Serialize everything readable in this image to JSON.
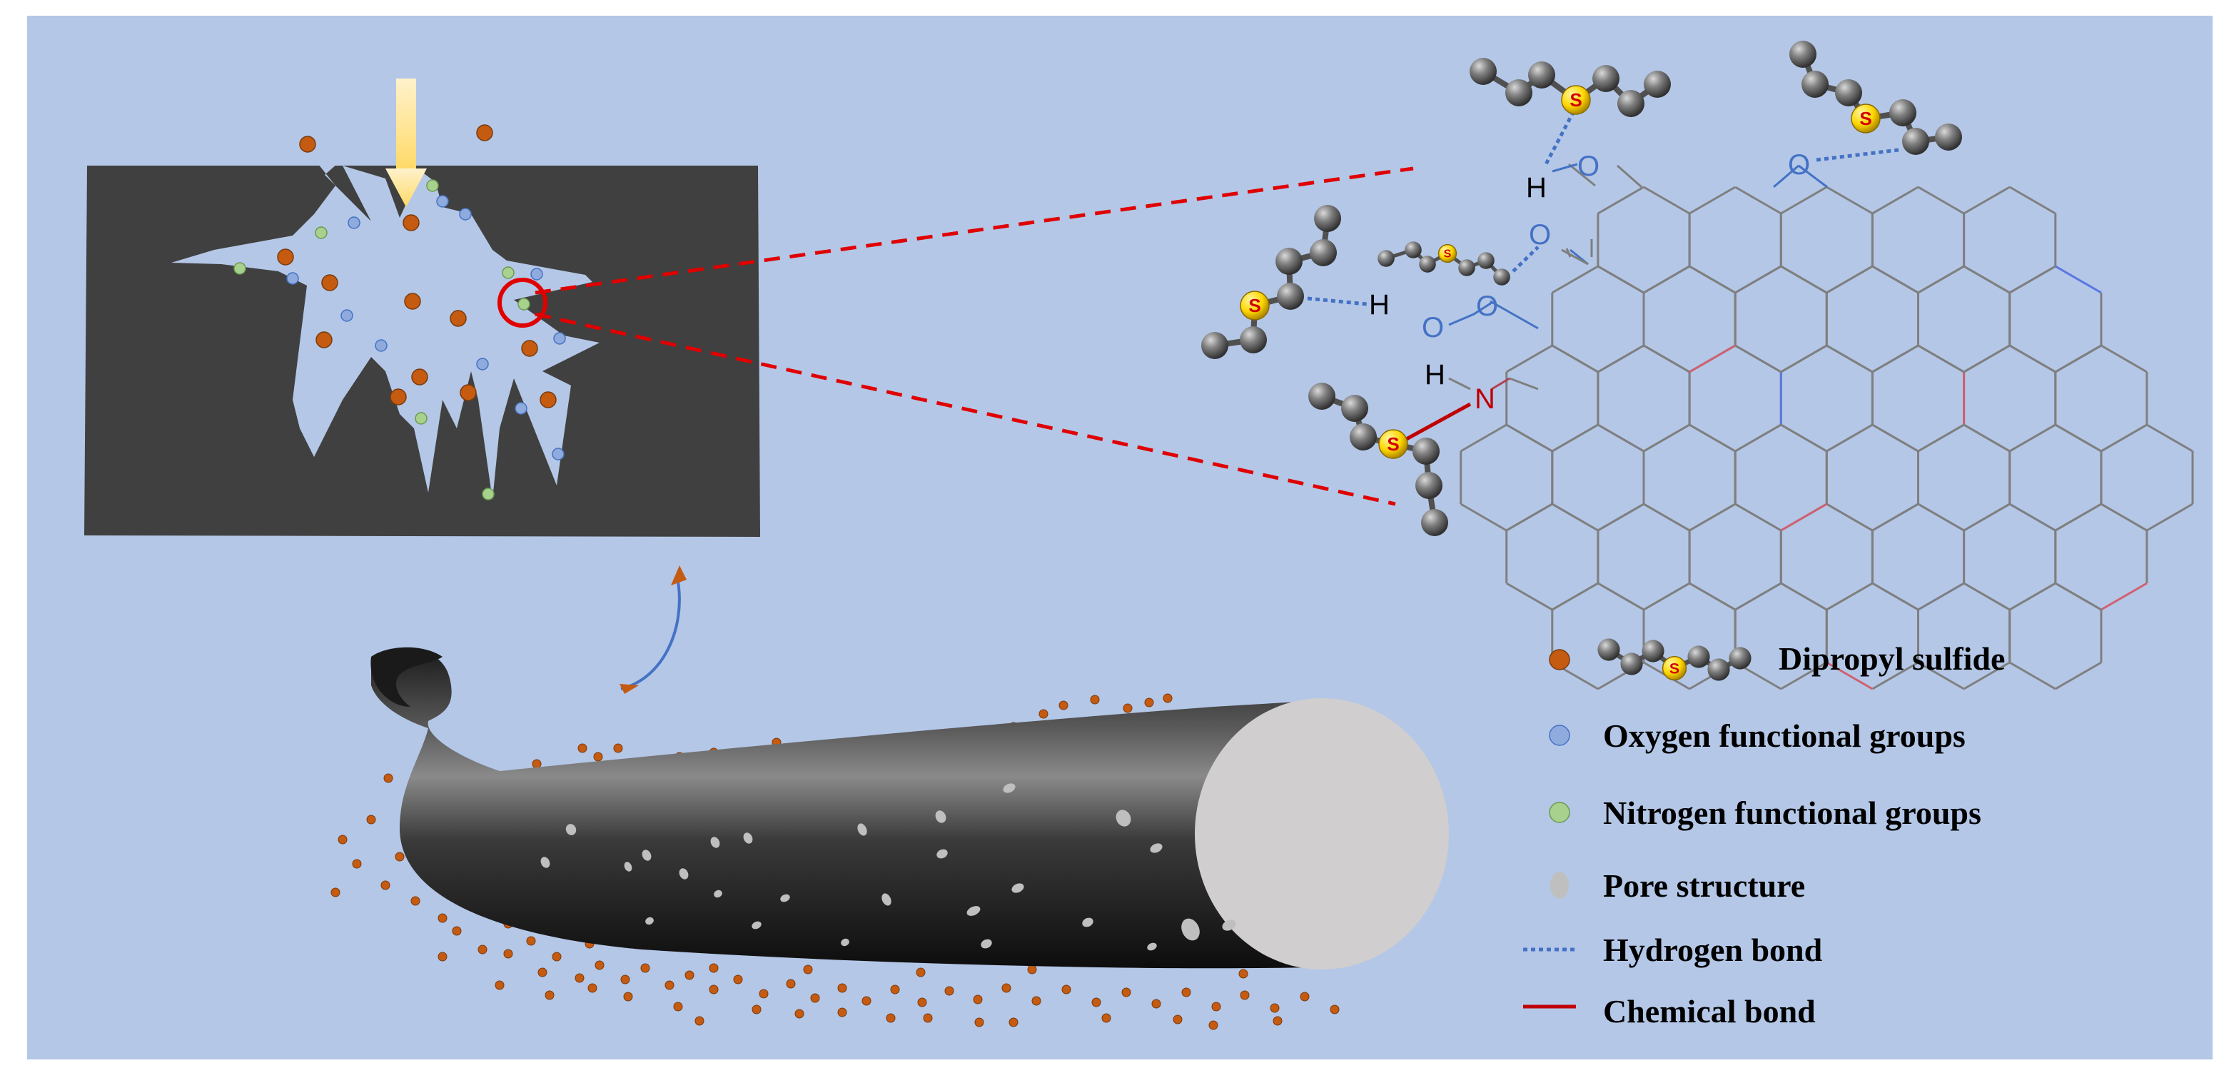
{
  "legend": {
    "items": [
      {
        "key": "dipropyl",
        "label": "Dipropyl sulfide"
      },
      {
        "key": "oxygen",
        "label": "Oxygen functional groups"
      },
      {
        "key": "nitrogen",
        "label": "Nitrogen functional groups"
      },
      {
        "key": "pore",
        "label": "Pore structure"
      },
      {
        "key": "hbond",
        "label": "Hydrogen bond"
      },
      {
        "key": "chembond",
        "label": "Chemical bond"
      }
    ]
  },
  "atoms": {
    "sulfur": "S",
    "hydrogen": "H",
    "oxygen": "O",
    "nitrogen": "N"
  },
  "colors": {
    "background": "#b4c7e7",
    "pore_panel": "#404040",
    "dipropyl_dot": "#c55a11",
    "oxygen_dot": "#8faadc",
    "nitrogen_dot": "#a9d18e",
    "hydrogen_bond": "#4472c4",
    "chemical_bond": "#c00000",
    "zoom_line": "#e00000",
    "sulfur_atom": "#ffd700",
    "carbon_atom": "#606060",
    "arrow": "#ffe699"
  }
}
